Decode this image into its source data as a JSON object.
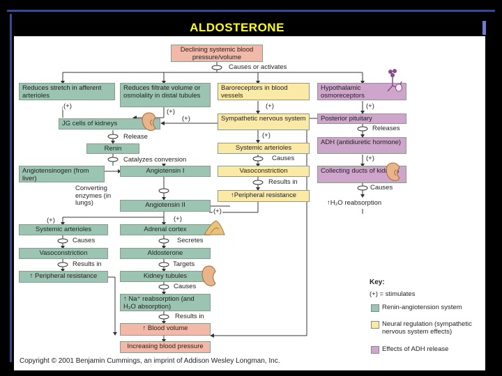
{
  "slide": {
    "title": "ALDOSTERONE",
    "copyright": "Copyright © 2001 Benjamin Cummings, an imprint of Addison Wesley Longman, Inc."
  },
  "colors": {
    "renin_angiotensin": "#9cc4b3",
    "neural": "#fbeaa6",
    "adh": "#cfa6cb",
    "volume_pressure": "#f2b8a8",
    "title": "#ffff00"
  },
  "boxes": {
    "declining_bp": "Declining systemic blood pressure/volume",
    "reduces_stretch": "Reduces stretch in afferent arterioles",
    "reduces_filtrate": "Reduces filtrate volume or osmolality in distal tubules",
    "baroreceptors": "Baroreceptors in blood vessels",
    "hypothalamic": "Hypothalamic osmoreceptors",
    "jg_cells": "JG cells of kidneys",
    "sympathetic": "Sympathetic nervous system",
    "posterior_pituitary": "Posterior pituitary",
    "renin": "Renin",
    "systemic_arterioles_neural": "Systemic arterioles",
    "adh": "ADH (antidiuretic hormone)",
    "angiotensinogen": "Angiotensinogen (from liver)",
    "angiotensin_1": "Angiotensin I",
    "vasoconstriction_neural": "Vasoconstriction",
    "collecting_ducts": "Collecting ducts of kidneys",
    "peripheral_resistance_neural": "↑Peripheral resistance",
    "angiotensin_2": "Angiotensin II",
    "systemic_arterioles": "Systemic arterioles",
    "adrenal_cortex": "Adrenal cortex",
    "vasoconstriction": "Vasoconstriction",
    "aldosterone": "Aldosterone",
    "peripheral_resistance": "↑ Peripheral resistance",
    "kidney_tubules": "Kidney tubules",
    "na_reabsorption": "↑ Na⁺ reabsorption (and H₂O absorption)",
    "blood_volume": "↑ Blood volume",
    "increasing_bp": "Increasing blood pressure"
  },
  "notes": {
    "causes_or_activates": "Causes or activates",
    "plus": "(+)",
    "release": "Release",
    "catalyzes": "Catalyzes conversion",
    "converting_enzymes": "Converting enzymes (in lungs)",
    "causes": "Causes",
    "results_in": "Results in",
    "releases": "Releases",
    "secretes": "Secretes",
    "targets": "Targets",
    "h2o_reabsorption": "↑H₂O reabsorption"
  },
  "key": {
    "title": "Key:",
    "stimulates": "(+) = stimulates",
    "renin_system": "Renin-angiotension system",
    "neural_regulation": "Neural regulation (sympathetic nervous system effects)",
    "adh_effects": "Effects of ADH release"
  },
  "icons": [
    "kidney-icon",
    "adrenal-gland-icon",
    "neuron-icon"
  ]
}
